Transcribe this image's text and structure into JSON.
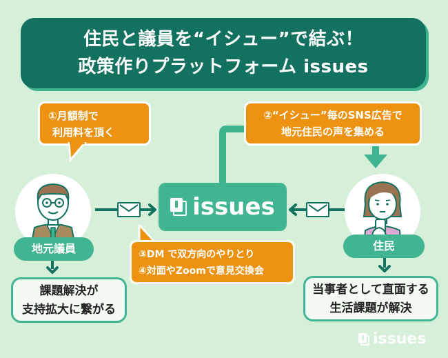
{
  "title": {
    "line1": "住民と議員を“イシュー”で結ぶ！",
    "line2": "政策作りプラットフォーム issues"
  },
  "bubbles": {
    "fee": {
      "line1": "①月額制で",
      "line2": "利用料を頂く"
    },
    "ads": {
      "line1": "②“イシュー”毎のSNS広告で",
      "line2": "地元住民の声を集める"
    },
    "dm": {
      "line1": "③DM で双方向のやりとり",
      "line2": "④対面やZoomで意見交換会"
    }
  },
  "center": {
    "brand": "issues"
  },
  "legislator": {
    "label": "地元議員",
    "result_line1": "課題解決が",
    "result_line2": "支持拡大に繋がる"
  },
  "resident": {
    "label": "住民",
    "result_line1": "当事者として直面する",
    "result_line2": "生活課題が解決"
  },
  "footer": {
    "brand": "issues"
  },
  "colors": {
    "background": "#d6efd8",
    "dark_green": "#13715f",
    "green": "#41b592",
    "orange": "#ec9110"
  }
}
